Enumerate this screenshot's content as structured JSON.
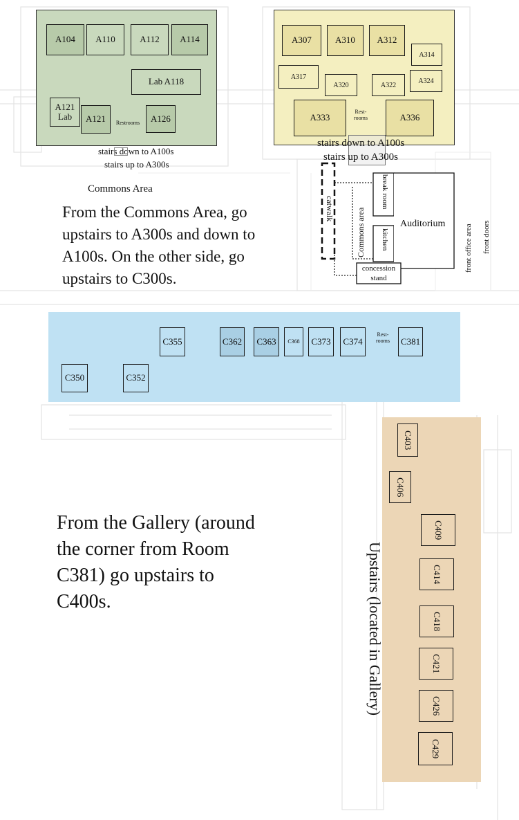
{
  "colors": {
    "a100_zone": "#c9d9bd",
    "a300_zone": "#f4efc0",
    "c300_zone": "#bfe1f3",
    "c400_zone": "#ecd6b6",
    "room_fill_green": "#b7caa9",
    "room_fill_yellow": "#e9e0a4",
    "room_fill_blue": "#a9cfe4",
    "room_fill_tan": "#dcc39e"
  },
  "a100": {
    "rooms": [
      "A104",
      "A110",
      "A112",
      "A114",
      "Lab A118",
      "A121 Lab",
      "A121",
      "Restrooms",
      "A126"
    ],
    "stairs_down": "stairs down to A100s",
    "stairs_up": "stairs up to A300s"
  },
  "commons_area_label": "Commons Area",
  "commons_instruction": "From the Commons Area, go upstairs to A300s and down to A100s. On the other side, go upstairs to C300s.",
  "a300": {
    "rooms": [
      "A307",
      "A310",
      "A312",
      "A314",
      "A317",
      "A320",
      "A322",
      "A324",
      "A333",
      "Rest-rooms",
      "A336"
    ],
    "stairs_down": "stairs down to A100s",
    "stairs_up": "stairs up to A300s"
  },
  "commons_block": {
    "catwalk": "catwalk",
    "commons_area": "Commons area",
    "break_room": "break room",
    "kitchen": "kitchen",
    "auditorium": "Auditorium",
    "concession": "concession stand",
    "front_office": "front office area",
    "front_doors": "front doors"
  },
  "c300": {
    "rooms": [
      "C355",
      "C362",
      "C363",
      "C368",
      "C373",
      "C374",
      "Rest-rooms",
      "C381",
      "C350",
      "C352"
    ]
  },
  "gallery_instruction": "From the Gallery (around the corner from Room C381) go upstairs to C400s.",
  "c400": {
    "rooms": [
      "C403",
      "C406",
      "C409",
      "C414",
      "C418",
      "C421",
      "C426",
      "C429"
    ],
    "upstairs_label": "Upstairs (located in Gallery)"
  }
}
